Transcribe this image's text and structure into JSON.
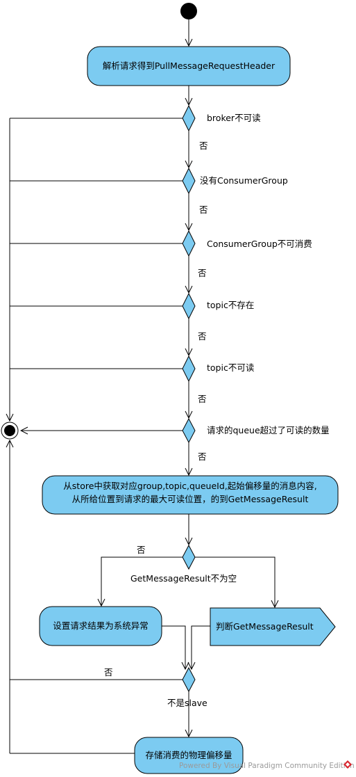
{
  "diagram": {
    "start_step": "解析请求得到PullMessageRequestHeader",
    "checks": [
      {
        "condition": "broker不可读",
        "branch": "否"
      },
      {
        "condition": "没有ConsumerGroup",
        "branch": "否"
      },
      {
        "condition": "ConsumerGroup不可消费",
        "branch": "否"
      },
      {
        "condition": "topic不存在",
        "branch": "否"
      },
      {
        "condition": "topic不可读",
        "branch": "否"
      },
      {
        "condition": "请求的queue超过了可读的数量",
        "branch": "否"
      }
    ],
    "get_message_line1": "从store中获取对应group,topic,queueId,起始偏移量的消息内容,",
    "get_message_line2": "从所给位置到请求的最大可读位置，的到GetMessageResult",
    "result_no_label": "否",
    "result_condition": "GetMessageResult不为空",
    "set_error": "设置请求结果为系统异常",
    "judge_result": "判断GetMessageResult",
    "slave_no_label": "否",
    "slave_condition": "不是slave",
    "store_offset": "存储消费的物理偏移量",
    "watermark": "Powered By Visual Paradigm Community Edition"
  },
  "colors": {
    "node_fill": "#7ccbf1",
    "stroke": "#000000",
    "watermark": "#9a9a9a",
    "logo": "#d9252e"
  },
  "icons": {
    "watermark_logo": "visual-paradigm-logo-icon"
  }
}
